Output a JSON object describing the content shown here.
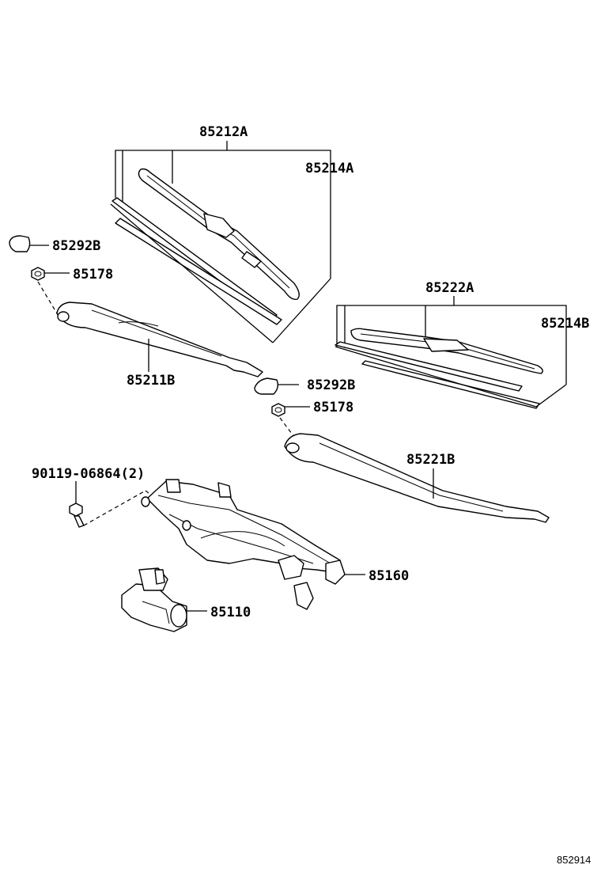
{
  "labels": {
    "blade_assy_front": "85212A",
    "refill_front": "85214A",
    "cap_front": "85292B",
    "nut_front": "85178",
    "arm_front": "85211B",
    "cap_rear": "85292B",
    "nut_rear": "85178",
    "blade_assy_rear": "85222A",
    "refill_rear": "85214B",
    "arm_rear": "85221B",
    "bolt": "90119-06864(2)",
    "link_assy": "85160",
    "motor": "85110"
  },
  "diagram_code": "852914"
}
